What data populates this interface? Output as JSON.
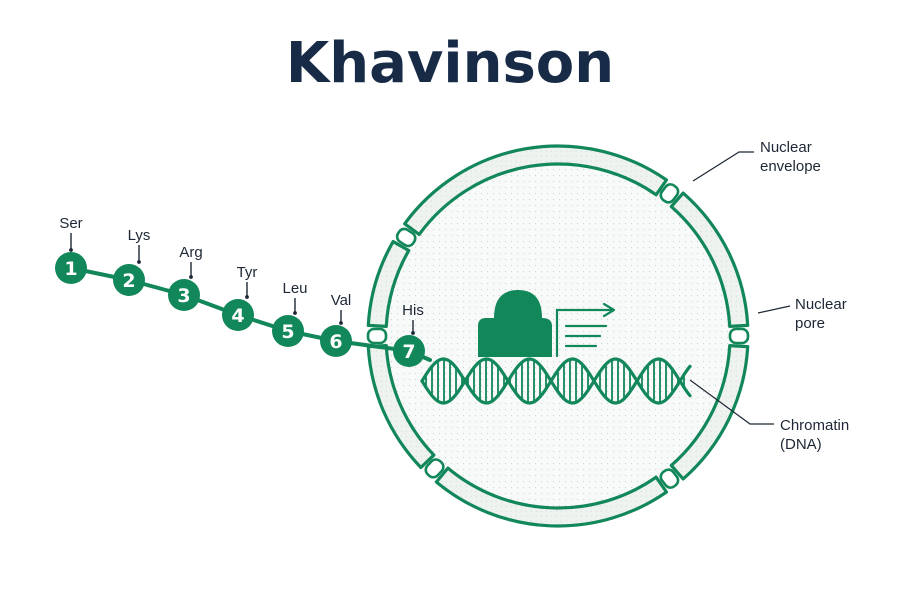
{
  "title": "Khavinson",
  "colors": {
    "primary_green": "#12875a",
    "envelope_fill": "#eef3f0",
    "nucleus_fill": "#f6f8f7",
    "title_color": "#172a46",
    "text_color": "#1d2735"
  },
  "peptide": {
    "residues": [
      {
        "number": "1",
        "name": "Ser"
      },
      {
        "number": "2",
        "name": "Lys"
      },
      {
        "number": "3",
        "name": "Arg"
      },
      {
        "number": "4",
        "name": "Tyr"
      },
      {
        "number": "5",
        "name": "Leu"
      },
      {
        "number": "6",
        "name": "Val"
      },
      {
        "number": "7",
        "name": "His"
      }
    ]
  },
  "callouts": {
    "nuclear_envelope": [
      "Nuclear",
      "envelope"
    ],
    "nuclear_pore": [
      "Nuclear",
      "pore"
    ],
    "chromatin": [
      "Chromatin",
      "(DNA)"
    ]
  },
  "icons": {
    "protein": "protein-complex-icon",
    "transcription": "transcription-arrow-icon"
  }
}
